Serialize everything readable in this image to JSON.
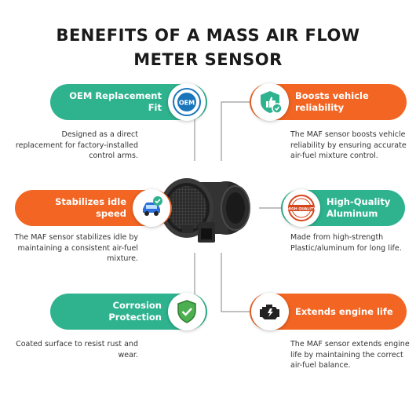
{
  "title": {
    "line1": "BENEFITS OF A MASS AIR FLOW",
    "line2": "METER SENSOR"
  },
  "product": {
    "icon": "maf-sensor-image"
  },
  "benefits": [
    {
      "id": "oem",
      "label": "OEM Replacement Fit",
      "badge_text": "OEM",
      "icon": "oem-badge-icon",
      "color": "#2fb38f",
      "description": "Designed as a direct replacement for factory-installed control arms."
    },
    {
      "id": "reliability",
      "label": "Boosts vehicle reliability",
      "icon": "thumbs-up-shield-icon",
      "color": "#f26522",
      "description": "The MAF sensor boosts vehicle reliability by ensuring accurate air-fuel mixture control."
    },
    {
      "id": "idle",
      "label": "Stabilizes idle speed",
      "icon": "car-check-icon",
      "color": "#f26522",
      "description": "The MAF sensor stabilizes idle by maintaining a consistent air-fuel mixture."
    },
    {
      "id": "aluminum",
      "label": "High-Quality Aluminum",
      "badge_text": "HIGH QUALITY",
      "icon": "high-quality-stamp-icon",
      "color": "#2fb38f",
      "description": "Made from high-strength Plastic/aluminum for long life."
    },
    {
      "id": "corrosion",
      "label": "Corrosion Protection",
      "icon": "shield-check-icon",
      "color": "#2fb38f",
      "description": "Coated surface to resist rust and wear."
    },
    {
      "id": "engine",
      "label": "Extends engine life",
      "icon": "engine-icon",
      "color": "#f26522",
      "description": "The MAF sensor extends engine life by maintaining the correct air-fuel balance."
    }
  ]
}
